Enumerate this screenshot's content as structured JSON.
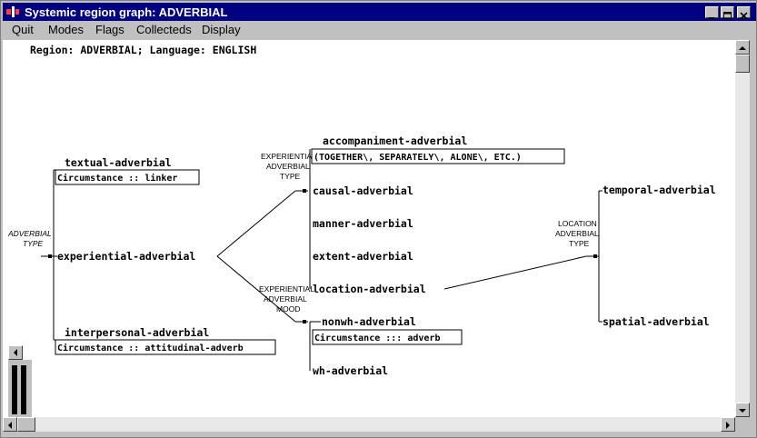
{
  "window": {
    "title": "Systemic region graph: ADVERBIAL"
  },
  "menu": {
    "items": [
      "Quit",
      "Modes",
      "Flags",
      "Collecteds",
      "Display"
    ]
  },
  "canvas": {
    "header": "Region: ADVERBIAL; Language: ENGLISH",
    "nodes": {
      "textual": "textual-adverbial",
      "experiential": "experiential-adverbial",
      "interpersonal": "interpersonal-adverbial",
      "accompaniment": "accompaniment-adverbial",
      "causal": "causal-adverbial",
      "manner": "manner-adverbial",
      "extent": "extent-adverbial",
      "location": "location-adverbial",
      "nonwh": "nonwh-adverbial",
      "wh": "wh-adverbial",
      "temporal": "temporal-adverbial",
      "spatial": "spatial-adverbial"
    },
    "boxes": {
      "textual": "Circumstance :: linker",
      "interpersonal": "Circumstance :: attitudinal-adverb",
      "accompaniment": "(TOGETHER\\, SEPARATELY\\, ALONE\\, ETC.)",
      "nonwh": "Circumstance ::: adverb"
    },
    "systems": {
      "adverbial_type": [
        "ADVERBIAL",
        "TYPE"
      ],
      "exp_type": [
        "EXPERIENTIAL",
        "ADVERBIAL",
        "TYPE"
      ],
      "exp_mood": [
        "EXPERIENTIAL",
        "ADVERBIAL",
        "MOOD"
      ],
      "location_type": [
        "LOCATION",
        "ADVERBIAL",
        "TYPE"
      ]
    }
  }
}
